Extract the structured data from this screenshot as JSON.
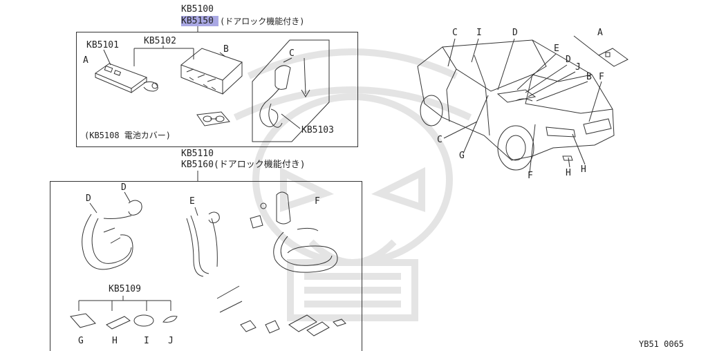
{
  "watermark": {
    "icon": "samurai-helmet-watermark"
  },
  "group1": {
    "code": "KB5100",
    "code_alt": "KB5150",
    "code_alt_note": "(ドアロック機能付き)",
    "highlight_color": "#9a99de",
    "parts": {
      "kb5101": "KB5101",
      "kb5102": "KB5102",
      "kb5103": "KB5103",
      "kb5108_note": "(KB5108 電池カバー)",
      "label_a": "A",
      "label_b": "B",
      "label_c": "C"
    }
  },
  "group2": {
    "code": "KB5110",
    "code_alt": "KB5160(ドアロック機能付き)",
    "parts": {
      "label_d1": "D",
      "label_d2": "D",
      "label_e": "E",
      "label_f": "F",
      "kb5109": "KB5109",
      "label_g": "G",
      "label_h": "H",
      "label_i": "I",
      "label_j": "J"
    }
  },
  "car_view": {
    "labels": {
      "c_top": "C",
      "i_top": "I",
      "d_top": "D",
      "a_remote": "A",
      "e": "E",
      "d_right": "D",
      "j": "J",
      "b": "B",
      "f_right": "F",
      "c_left": "C",
      "g": "G",
      "f_bottom": "F",
      "h_bottom": "H",
      "h_right": "H"
    }
  },
  "footer": {
    "code": "YB51 0065"
  }
}
